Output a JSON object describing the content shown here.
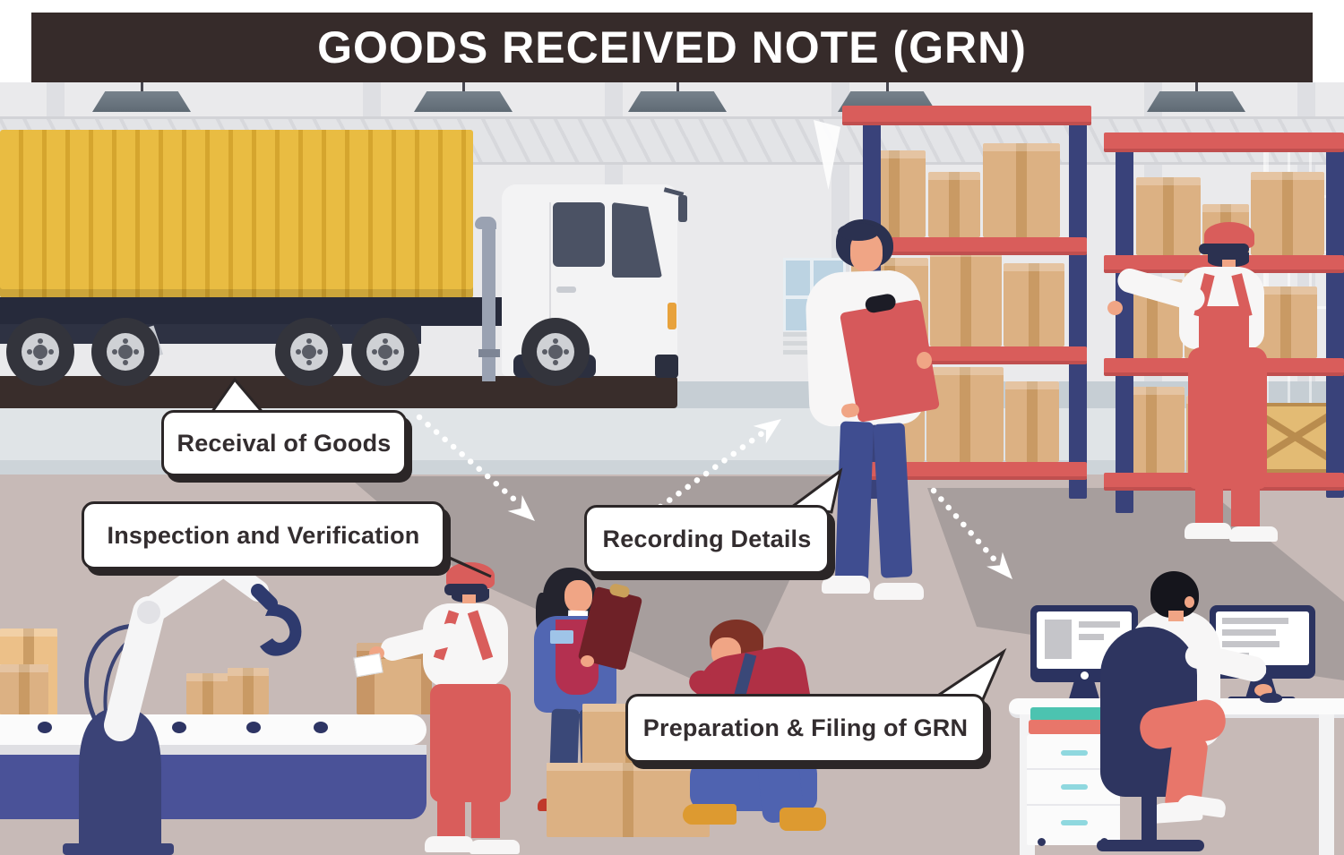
{
  "title": {
    "text": "GOODS RECEIVED NOTE (GRN)"
  },
  "steps": [
    {
      "id": "receival",
      "label": "Receival of Goods"
    },
    {
      "id": "inspection",
      "label": "Inspection and Verification"
    },
    {
      "id": "recording",
      "label": "Recording Details"
    },
    {
      "id": "preparation",
      "label": "Preparation & Filing of GRN"
    }
  ],
  "scene": {
    "illustrations": [
      "delivery-truck-with-container",
      "loading-platform",
      "warehouse-shelves-with-cartons",
      "supervisor-with-clipboard",
      "shelf-worker-in-overalls",
      "robotic-arm",
      "conveyor-belt",
      "inspection-worker-at-conveyor",
      "woman-checking-with-clipboard",
      "worker-stacking-boxes",
      "clerk-at-dual-monitors",
      "ceiling-lamps",
      "dotted-flow-arrows"
    ],
    "arrows": [
      {
        "name": "arrow-receival-to-inspection"
      },
      {
        "name": "arrow-inspection-to-recording"
      },
      {
        "name": "arrow-recording-to-preparation"
      }
    ]
  },
  "colors": {
    "title_bar": "#362b2a",
    "title_text": "#ffffff",
    "bubble_bg": "#ffffff",
    "bubble_border": "#2b2627",
    "bubble_text": "#332d2f",
    "container_yellow": "#e9bc42",
    "accent_red": "#d95d5b",
    "shelf_post_navy": "#39427a",
    "carton_tan": "#dcb183",
    "conveyor_blue": "#4a5298",
    "floor_mauve": "#c7bab7",
    "aisle_gray": "#a79e9d",
    "wall_gray": "#eaeaec",
    "arrow_white": "#ffffff"
  }
}
